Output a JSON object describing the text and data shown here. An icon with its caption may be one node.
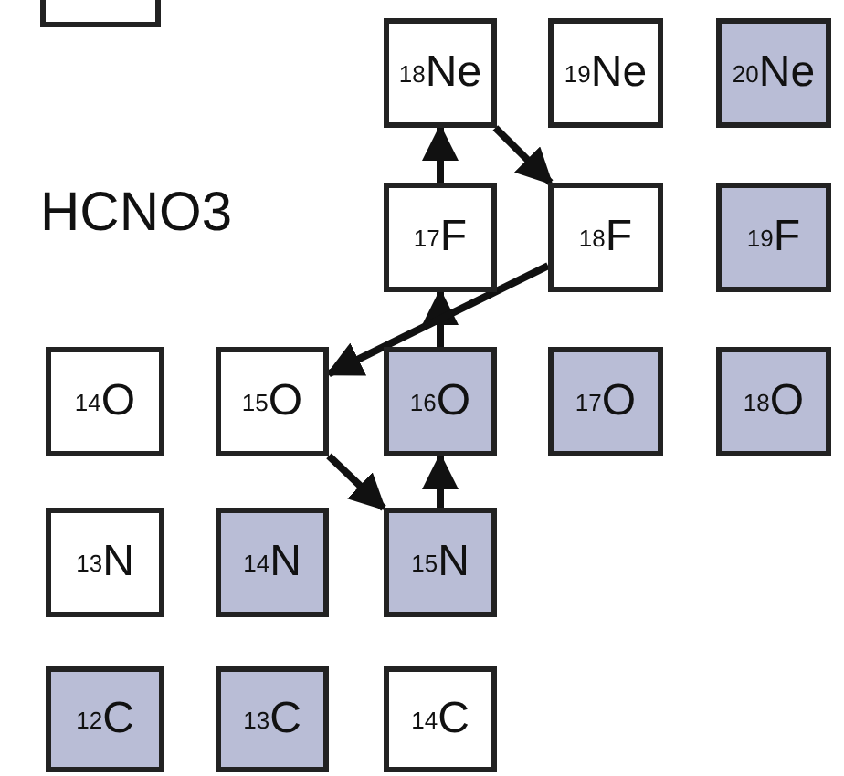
{
  "diagram": {
    "nodes": [
      {
        "text": [],
        "shape": "box"
      },
      {
        "text": [
          "$^{18}$Ne"
        ]
      },
      {
        "text": [
          "$^{19}$Ne"
        ]
      },
      {
        "text": [
          "$^{20}$Ne"
        ]
      },
      {
        "text": [
          "$^{17}$F"
        ]
      },
      {
        "text": [
          "$^{18}$F"
        ]
      },
      {
        "text": [
          "$^{19}$F"
        ]
      },
      {
        "text": [
          "$^{14}$O"
        ]
      },
      {
        "text": [
          "$^{15}$O"
        ]
      },
      {
        "text": [
          "$^{16}$O"
        ]
      },
      {
        "text": [
          "$^{17}$O"
        ]
      },
      {
        "text": [
          "$^{18}$O"
        ]
      },
      {
        "text": [
          "$^{13}$N"
        ]
      },
      {
        "text": [
          "$^{14}$N"
        ]
      },
      {
        "text": [
          "$^{15}$N"
        ]
      },
      {
        "text": [
          "$^{12}$C"
        ]
      },
      {
        "text": [
          "$^{13}$C"
        ]
      },
      {
        "text": [
          "$^{14}$C"
        ]
      }
    ],
    "edges": [
      {
        "from": 8,
        "to": 14,
        "arrow": "to"
      },
      {
        "from": 14,
        "to": 9,
        "arrow": "to"
      },
      {
        "from": 9,
        "to": 4,
        "arrow": "to"
      },
      {
        "from": 4,
        "to": 1,
        "arrow": "to"
      },
      {
        "from": 1,
        "to": 5,
        "arrow": "to"
      },
      {
        "from": 5,
        "to": 8,
        "arrow": "to"
      }
    ],
    "labels": [
      "HCNO3"
    ]
  }
}
